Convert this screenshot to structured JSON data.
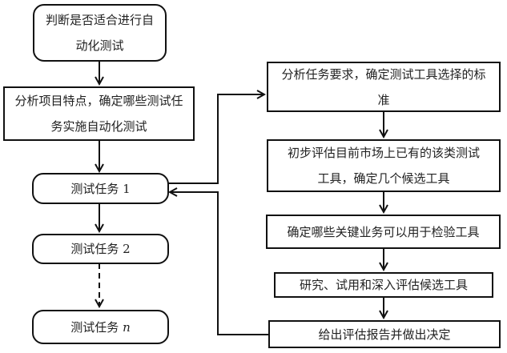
{
  "diagram": {
    "left_column": [
      {
        "id": "judge",
        "text": "判断是否适合进行自动化测试",
        "lines": [
          "判断是否适合进行自",
          "动化测试"
        ],
        "shape": "rounded"
      },
      {
        "id": "analyze",
        "text": "分析项目特点，确定哪些测试任务实施自动化测试",
        "lines": [
          "分析项目特点，确定哪些测试任",
          "务实施自动化测试"
        ],
        "shape": "rect"
      },
      {
        "id": "task1",
        "text": "测试任务 1",
        "label": "测试任务",
        "suffix": "1",
        "shape": "rounded"
      },
      {
        "id": "task2",
        "text": "测试任务 2",
        "label": "测试任务",
        "suffix": "2",
        "shape": "rounded"
      },
      {
        "id": "taskn",
        "text": "测试任务 n",
        "label": "测试任务",
        "suffix": "n",
        "shape": "rounded"
      }
    ],
    "right_column": [
      {
        "id": "criteria",
        "text": "分析任务要求，确定测试工具选择的标准",
        "lines": [
          "分析任务要求，确定测试工具选择的标",
          "准"
        ],
        "shape": "rect"
      },
      {
        "id": "prelim",
        "text": "初步评估目前市场上已有的该类测试工具，确定几个候选工具",
        "lines": [
          "初步评估目前市场上已有的该类测试",
          "工具，确定几个候选工具"
        ],
        "shape": "rect"
      },
      {
        "id": "business",
        "text": "确定哪些关键业务可以用于检验工具",
        "shape": "rect"
      },
      {
        "id": "research",
        "text": "研究、试用和深入评估候选工具",
        "shape": "rect"
      },
      {
        "id": "report",
        "text": "给出评估报告并做出决定",
        "shape": "rect"
      }
    ],
    "edges": [
      {
        "from": "judge",
        "to": "analyze",
        "style": "solid"
      },
      {
        "from": "analyze",
        "to": "task1",
        "style": "solid"
      },
      {
        "from": "task1",
        "to": "task2",
        "style": "solid"
      },
      {
        "from": "task2",
        "to": "taskn",
        "style": "dashed"
      },
      {
        "from": "task1",
        "to": "criteria",
        "style": "solid"
      },
      {
        "from": "criteria",
        "to": "prelim",
        "style": "solid"
      },
      {
        "from": "prelim",
        "to": "business",
        "style": "solid"
      },
      {
        "from": "business",
        "to": "research",
        "style": "solid"
      },
      {
        "from": "research",
        "to": "report",
        "style": "solid"
      },
      {
        "from": "report",
        "to": "task1",
        "style": "solid"
      }
    ]
  }
}
